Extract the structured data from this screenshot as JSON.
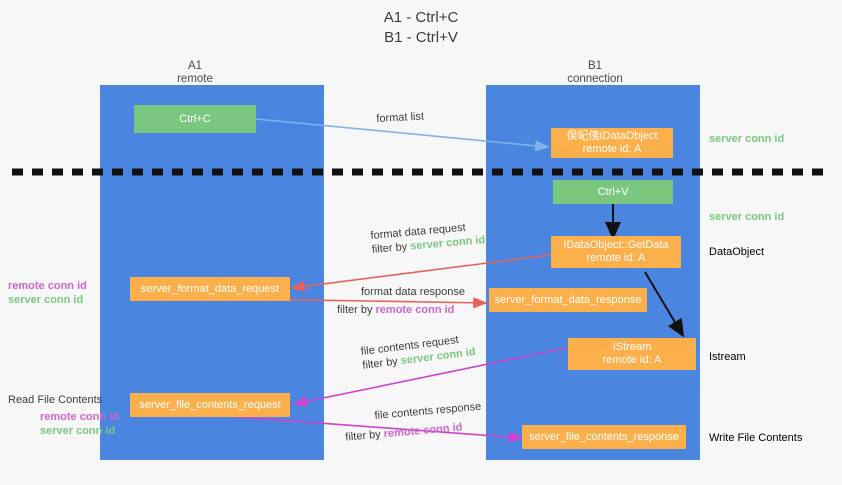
{
  "title": {
    "line1": "A1 - Ctrl+C",
    "line2": "B1 - Ctrl+V"
  },
  "columns": [
    {
      "name": "A1",
      "subtitle": "remote"
    },
    {
      "name": "B1",
      "subtitle": "connection"
    }
  ],
  "colors": {
    "lane": "#4a86e0",
    "node_green": "#7ac77f",
    "node_orange": "#fbb04b",
    "remote_conn_id": "#cc66cc",
    "server_conn_id": "#7ac77f",
    "arrow_blue": "#7fb3e8",
    "arrow_red": "#e8625a",
    "arrow_magenta": "#cc44cc",
    "arrow_black": "#000000",
    "background": "#f7f7f7"
  },
  "nodes": {
    "ctrl_c": {
      "line1": "Ctrl+C"
    },
    "ctrl_v": {
      "line1": "Ctrl+V"
    },
    "idataobject": {
      "line1": "俣屺侇IDataObject",
      "line2": "remote id: A"
    },
    "getdata": {
      "line1": "IDataObject::GetData",
      "line2": "remote id: A"
    },
    "istream": {
      "line1": "IStream",
      "line2": "remote id: A"
    },
    "format_data_request": {
      "line1": "server_format_data_request"
    },
    "format_data_response": {
      "line1": "server_format_data_response"
    },
    "file_contents_request": {
      "line1": "server_file_contents_request"
    },
    "file_contents_response": {
      "line1": "server_file_contents_response"
    }
  },
  "edge_labels": {
    "format_list": "format list",
    "format_data_request": "format data request",
    "format_data_response": "format data response",
    "file_contents_request": "file contents request",
    "file_contents_response": "file contents response",
    "filter_by": "filter by",
    "server_conn_id": "server conn id",
    "remote_conn_id": "remote conn id"
  },
  "annotations": {
    "right": [
      {
        "text": "server conn id",
        "kind": "server"
      },
      {
        "text": "server conn id",
        "kind": "server"
      },
      {
        "text": "DataObject",
        "kind": "plain"
      },
      {
        "text": "Istream",
        "kind": "plain"
      },
      {
        "text": "Write File Contents",
        "kind": "plain"
      }
    ],
    "left_mid": [
      {
        "text": "remote conn id",
        "kind": "remote"
      },
      {
        "text": "server conn id",
        "kind": "server"
      }
    ],
    "left_bottom_title": "Read File Contents",
    "left_bottom": [
      {
        "text": "remote conn id",
        "kind": "remote"
      },
      {
        "text": "server conn id",
        "kind": "server"
      }
    ]
  }
}
